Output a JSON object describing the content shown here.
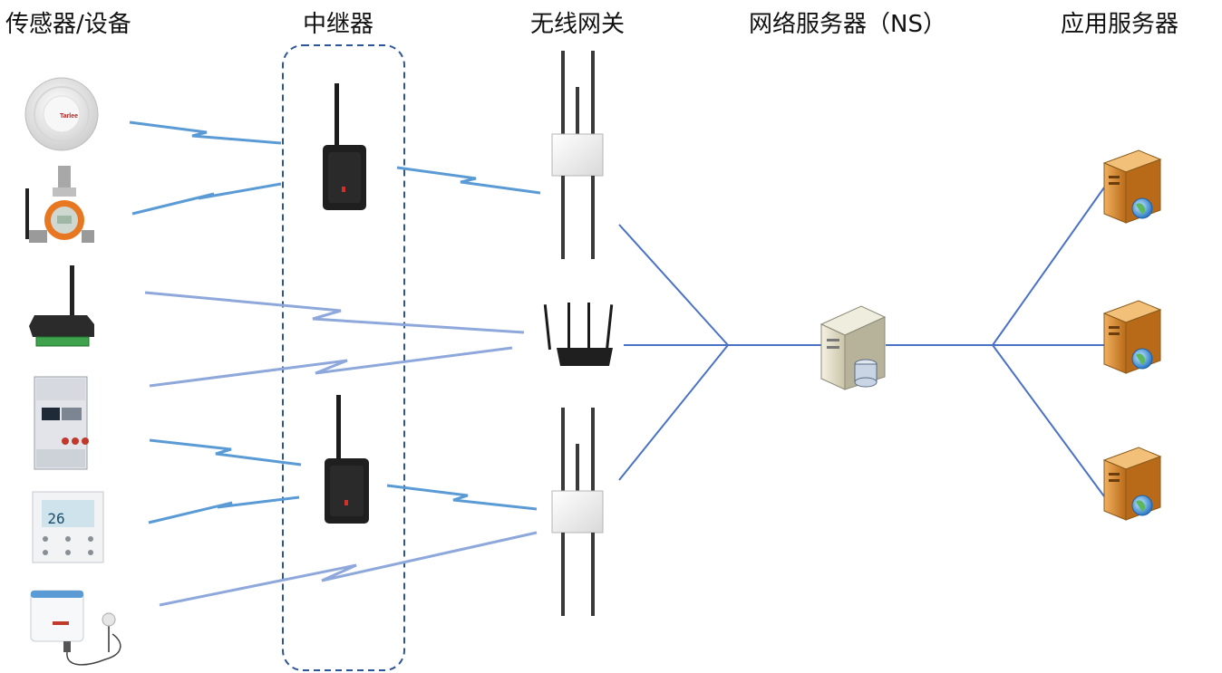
{
  "columns": {
    "sensors": "传感器/设备",
    "relays": "中继器",
    "gateways": "无线网关",
    "network_server": "网络服务器（NS）",
    "app_servers": "应用服务器"
  },
  "devices": {
    "smoke_detector_brand": "Tarlee",
    "thermostat_display": "26"
  },
  "colors": {
    "wireless_link": "#5b9bd5",
    "wireless_link_faint": "#8fa8dc",
    "backhaul_line": "#4a72c4",
    "relay_group_border": "#2f5597",
    "app_server_body": "#d98a2b"
  }
}
